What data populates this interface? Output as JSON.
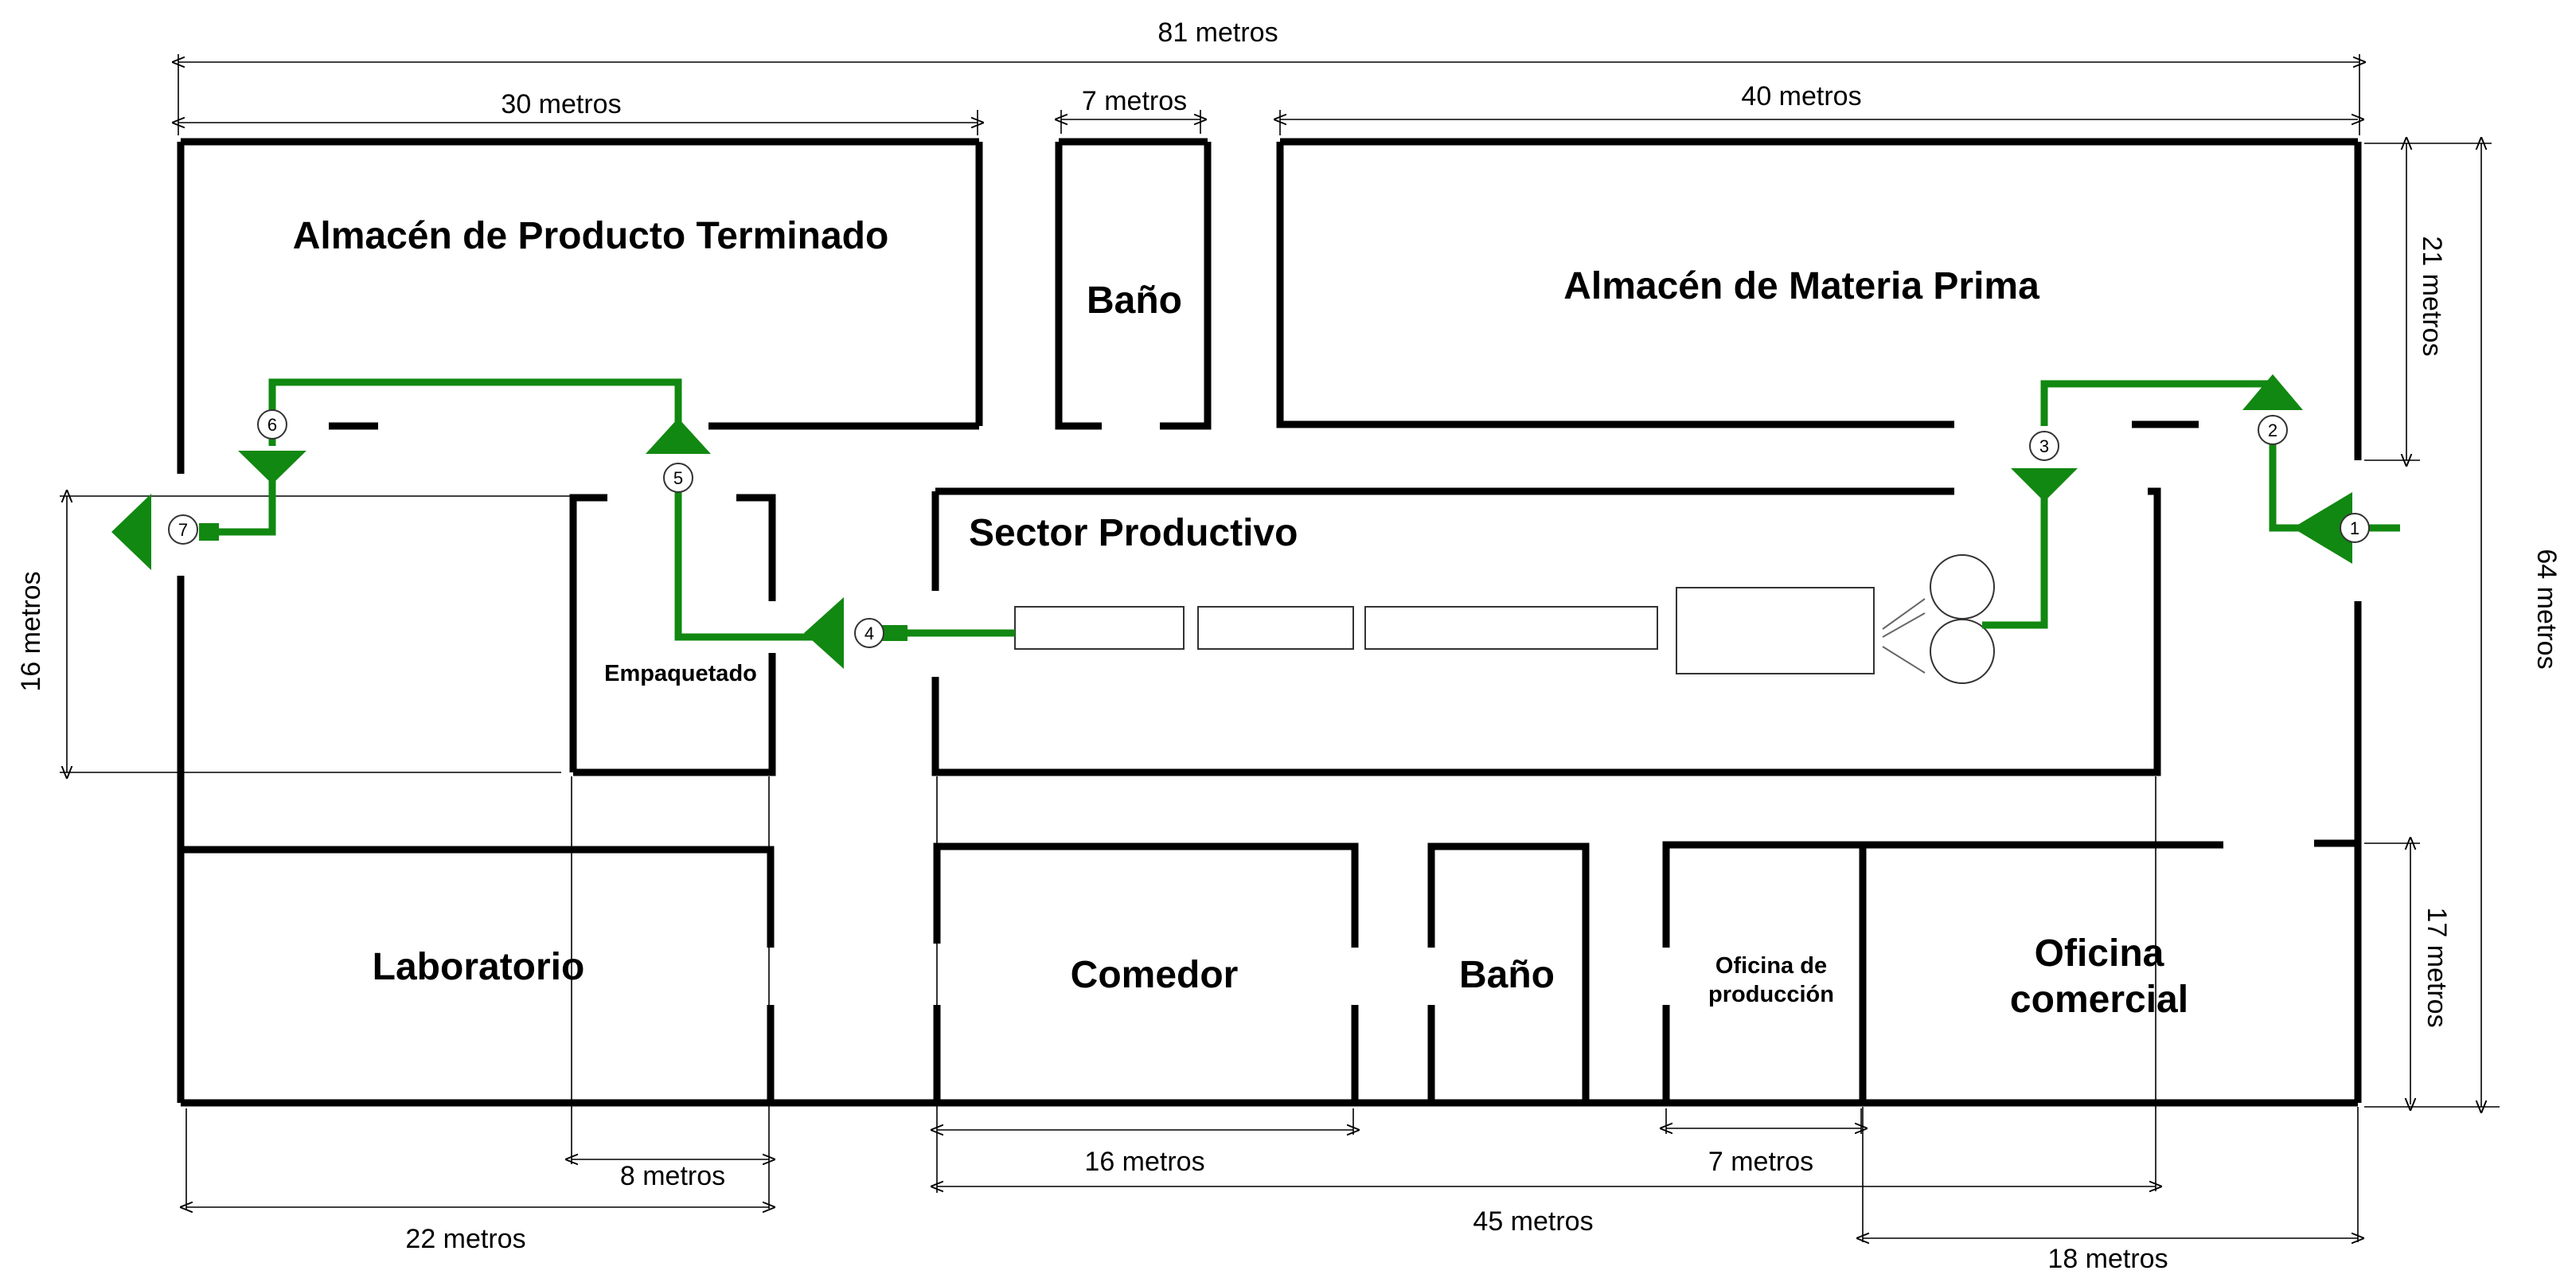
{
  "rooms": {
    "almacen_terminado": "Almacén de Producto Terminado",
    "bano_top": "Baño",
    "almacen_materia": "Almacén de Materia Prima",
    "sector_productivo": "Sector Productivo",
    "empaquetado": "Empaquetado",
    "laboratorio": "Laboratorio",
    "comedor": "Comedor",
    "bano_bottom": "Baño",
    "oficina_produccion_l1": "Oficina de",
    "oficina_produccion_l2": "producción",
    "oficina_comercial_l1": "Oficina",
    "oficina_comercial_l2": "comercial"
  },
  "dimensions": {
    "total_width": "81 metros",
    "almacen_terminado_width": "30 metros",
    "bano_width": "7 metros",
    "almacen_materia_width": "40 metros",
    "almacen_materia_depth": "21 metros",
    "total_depth": "64 metros",
    "left_depth": "16 metros",
    "oficinas_depth": "17 metros",
    "empaquetado_width": "8 metros",
    "laboratorio_width": "22 metros",
    "comedor_width": "16 metros",
    "sector_width": "45 metros",
    "oficina_produccion_width": "7 metros",
    "oficina_comercial_width": "18 metros"
  },
  "flow_steps": [
    "1",
    "2",
    "3",
    "4",
    "5",
    "6",
    "7"
  ],
  "colors": {
    "flow": "#118811",
    "walls": "#000000"
  }
}
